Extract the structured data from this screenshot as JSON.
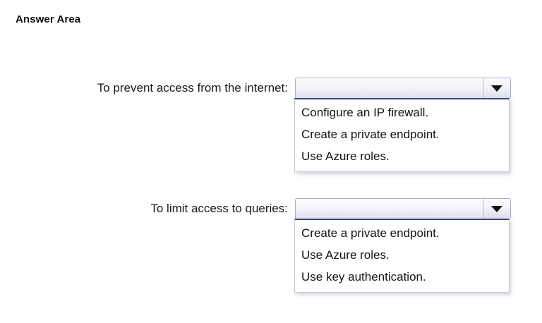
{
  "page": {
    "title": "Answer Area",
    "background_color": "#ffffff",
    "text_color": "#161616"
  },
  "questions": [
    {
      "label": "To prevent access from the internet:",
      "combobox": {
        "selected_value": "",
        "placeholder": "",
        "expanded": true,
        "arrow_icon": "chevron-down-icon"
      },
      "options": [
        "Configure an IP firewall.",
        "Create a private endpoint.",
        "Use Azure roles."
      ]
    },
    {
      "label": "To limit access to queries:",
      "combobox": {
        "selected_value": "",
        "placeholder": "",
        "expanded": true,
        "arrow_icon": "chevron-down-icon"
      },
      "options": [
        "Create a private endpoint.",
        "Use Azure roles.",
        "Use key authentication."
      ]
    }
  ],
  "colors": {
    "combobox_border": "#a8aec4",
    "dropdown_border": "#c6cada",
    "dropdown_top_accent": "#3b4a7a",
    "arrow": "#111111"
  }
}
